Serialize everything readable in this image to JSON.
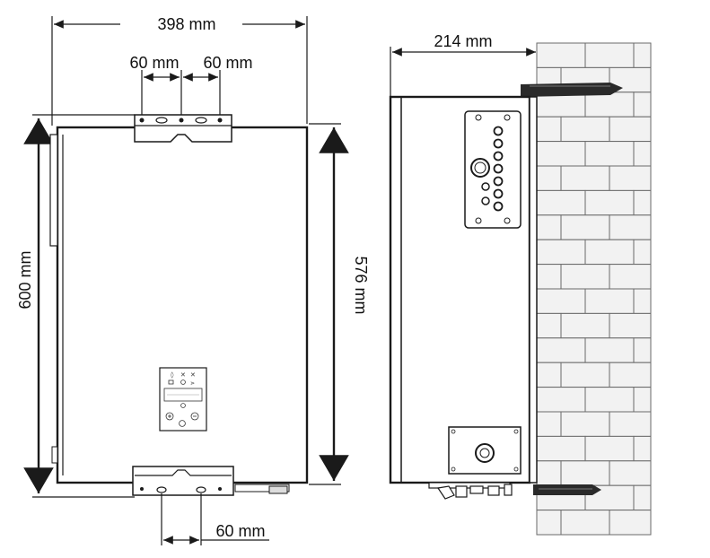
{
  "dimensions": {
    "total_width": "398 mm",
    "top_mount_left": "60 mm",
    "top_mount_right": "60 mm",
    "total_height": "600 mm",
    "body_height": "576 mm",
    "bottom_mount": "60 mm",
    "depth": "214 mm"
  }
}
